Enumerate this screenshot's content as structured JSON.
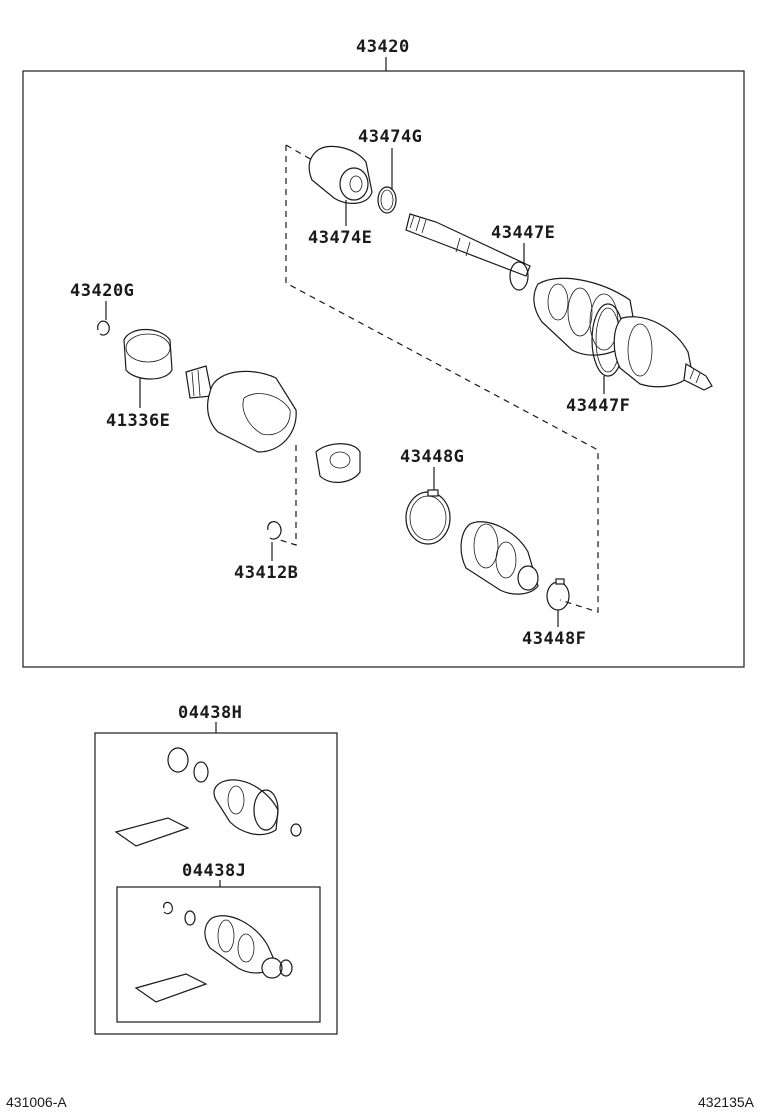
{
  "diagram": {
    "main_assembly": {
      "part_no": "43420"
    },
    "parts": {
      "p43474G": "43474G",
      "p43474E": "43474E",
      "p43447E": "43447E",
      "p43447F": "43447F",
      "p43420G": "43420G",
      "p41336E": "41336E",
      "p43448G": "43448G",
      "p43412B": "43412B",
      "p43448F": "43448F"
    },
    "kits": {
      "outer_kit": {
        "part_no": "04438H"
      },
      "inner_kit": {
        "part_no": "04438J"
      }
    },
    "footer": {
      "left_code": "431006-A",
      "right_code": "432135A"
    }
  }
}
